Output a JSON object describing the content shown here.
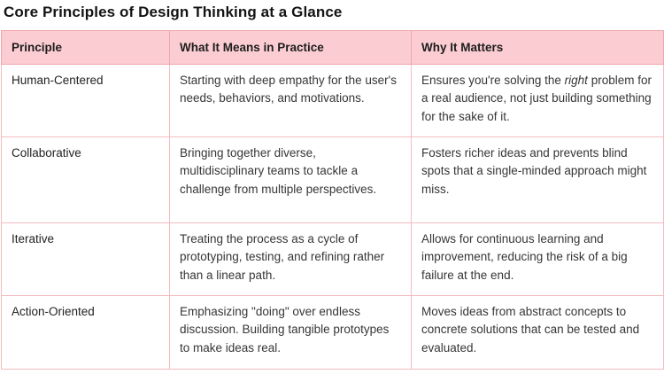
{
  "page": {
    "title": "Core Principles of Design Thinking at a Glance"
  },
  "table": {
    "columns": [
      "Principle",
      "What It Means in Practice",
      "Why It Matters"
    ],
    "rows": [
      {
        "principle": "Human-Centered",
        "practice": "Starting with deep empathy for the user's needs, behaviors, and motivations.",
        "why_pre": "Ensures you're solving the ",
        "why_em": "right",
        "why_post": " problem for a real audience, not just building something for the sake of it."
      },
      {
        "principle": "Collaborative",
        "practice": "Bringing together diverse, multidisciplinary teams to tackle a challenge from multiple perspectives.",
        "why": "Fosters richer ideas and prevents blind spots that a single-minded approach might miss."
      },
      {
        "principle": "Iterative",
        "practice": "Treating the process as a cycle of prototyping, testing, and refining rather than a linear path.",
        "why": "Allows for continuous learning and improvement, reducing the risk of a big failure at the end."
      },
      {
        "principle": "Action-Oriented",
        "practice": "Emphasizing \"doing\" over endless discussion. Building tangible prototypes to make ideas real.",
        "why": "Moves ideas from abstract concepts to concrete solutions that can be tested and evaluated."
      }
    ],
    "colors": {
      "header_bg": "#fbcdd2",
      "header_border": "#efa6aa",
      "row_border": "#f3bcc0"
    }
  }
}
